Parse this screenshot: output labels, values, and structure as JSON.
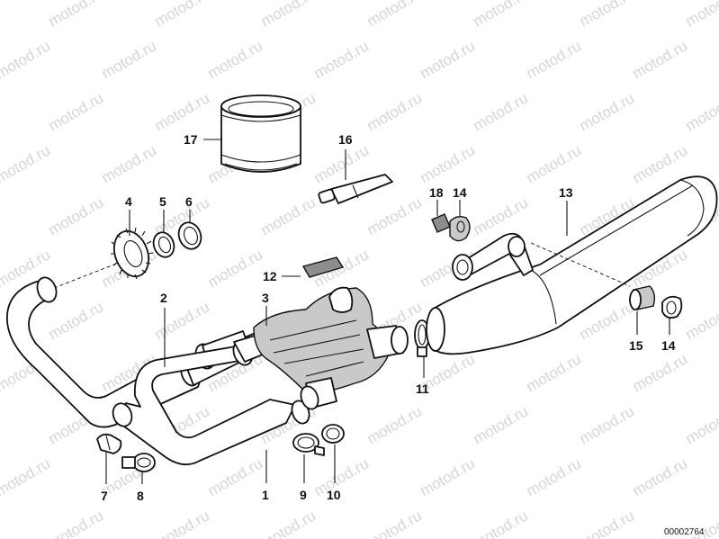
{
  "watermark": {
    "text": "motod.ru"
  },
  "document_number": "00002764",
  "callouts": [
    {
      "id": "c1",
      "label": "1"
    },
    {
      "id": "c2",
      "label": "2"
    },
    {
      "id": "c3",
      "label": "3"
    },
    {
      "id": "c4",
      "label": "4"
    },
    {
      "id": "c5",
      "label": "5"
    },
    {
      "id": "c6",
      "label": "6"
    },
    {
      "id": "c7",
      "label": "7"
    },
    {
      "id": "c8",
      "label": "8"
    },
    {
      "id": "c9",
      "label": "9"
    },
    {
      "id": "c10",
      "label": "10"
    },
    {
      "id": "c11",
      "label": "11"
    },
    {
      "id": "c12",
      "label": "12"
    },
    {
      "id": "c13",
      "label": "13"
    },
    {
      "id": "c14a",
      "label": "14"
    },
    {
      "id": "c14b",
      "label": "14"
    },
    {
      "id": "c15",
      "label": "15"
    },
    {
      "id": "c16",
      "label": "16"
    },
    {
      "id": "c17",
      "label": "17"
    },
    {
      "id": "c18",
      "label": "18"
    }
  ]
}
